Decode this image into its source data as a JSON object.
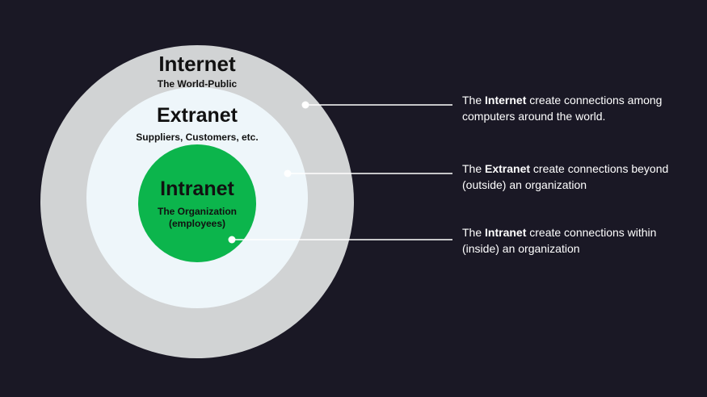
{
  "rings": {
    "internet": {
      "title": "Internet",
      "subtitle": "The World-Public",
      "color": "#d1d3d4"
    },
    "extranet": {
      "title": "Extranet",
      "subtitle": "Suppliers, Customers, etc.",
      "color": "#eef6fa"
    },
    "intranet": {
      "title": "Intranet",
      "subtitle_line1": "The Organization",
      "subtitle_line2": "(employees)",
      "color": "#0cb54c"
    }
  },
  "descriptions": {
    "internet": {
      "prefix": "The ",
      "keyword": "Internet",
      "suffix": " create connections among computers around the world."
    },
    "extranet": {
      "prefix": "The ",
      "keyword": "Extranet",
      "suffix": " create connections beyond (outside) an organization"
    },
    "intranet": {
      "prefix": "The ",
      "keyword": "Intranet",
      "suffix": " create connections within (inside) an organization"
    }
  },
  "colors": {
    "background": "#1a1825",
    "connector": "#ffffff"
  }
}
